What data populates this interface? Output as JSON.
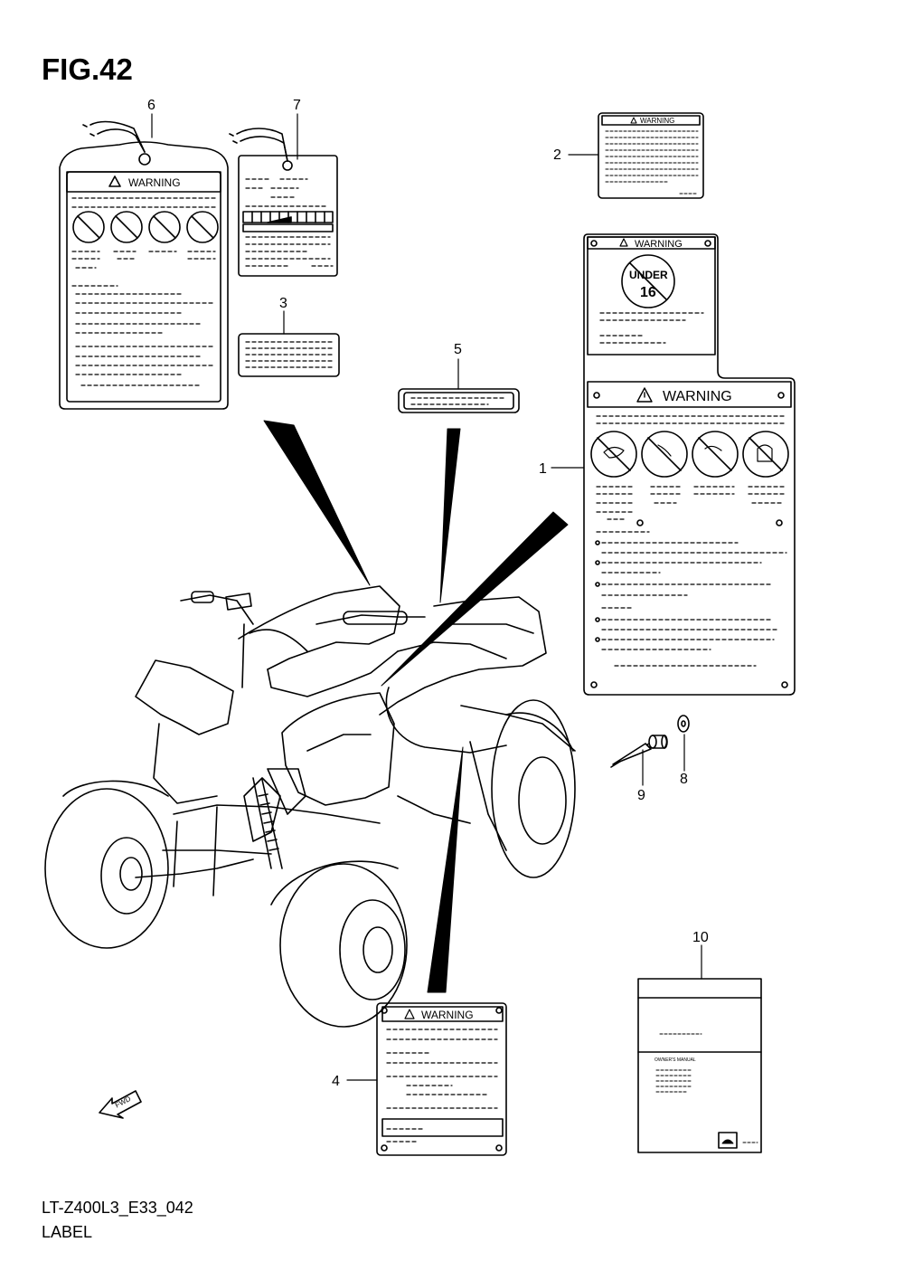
{
  "figure": {
    "title": "FIG.42",
    "model_code": "LT-Z400L3_E33_042",
    "section_name": "LABEL"
  },
  "callouts": [
    {
      "number": "1",
      "part": "warning-label-large"
    },
    {
      "number": "2",
      "part": "warning-label-small"
    },
    {
      "number": "3",
      "part": "info-label"
    },
    {
      "number": "4",
      "part": "warning-label-rear"
    },
    {
      "number": "5",
      "part": "strip-label"
    },
    {
      "number": "6",
      "part": "hang-tag-warning"
    },
    {
      "number": "7",
      "part": "hang-tag-info"
    },
    {
      "number": "8",
      "part": "washer"
    },
    {
      "number": "9",
      "part": "rivet"
    },
    {
      "number": "10",
      "part": "owners-manual"
    }
  ],
  "labels": {
    "warning_text": "WARNING",
    "under_text": "UNDER",
    "age_number": "16",
    "manual_title": "OWNER'S MANUAL",
    "fwd_text": "FWD"
  }
}
